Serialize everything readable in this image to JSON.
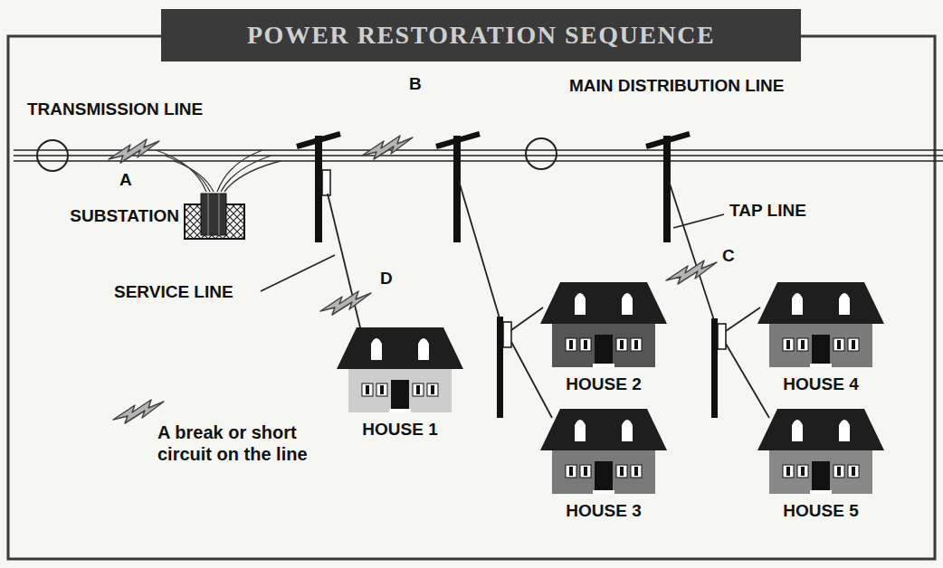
{
  "diagram": {
    "title": "POWER RESTORATION SEQUENCE",
    "nodes": [
      {
        "text": [
          "SUBSTATION"
        ]
      },
      {
        "text": [
          "HOUSE 1"
        ]
      },
      {
        "text": [
          "HOUSE 2"
        ]
      },
      {
        "text": [
          "HOUSE 3"
        ]
      },
      {
        "text": [
          "HOUSE 4"
        ]
      },
      {
        "text": [
          "HOUSE 5"
        ]
      }
    ],
    "labels": [
      "TRANSMISSION LINE",
      "B",
      "MAIN DISTRIBUTION LINE",
      "A",
      "TAP LINE",
      "C",
      "SERVICE LINE",
      "D"
    ],
    "legend": [
      {
        "text": "A break or short circuit on the line"
      }
    ]
  }
}
